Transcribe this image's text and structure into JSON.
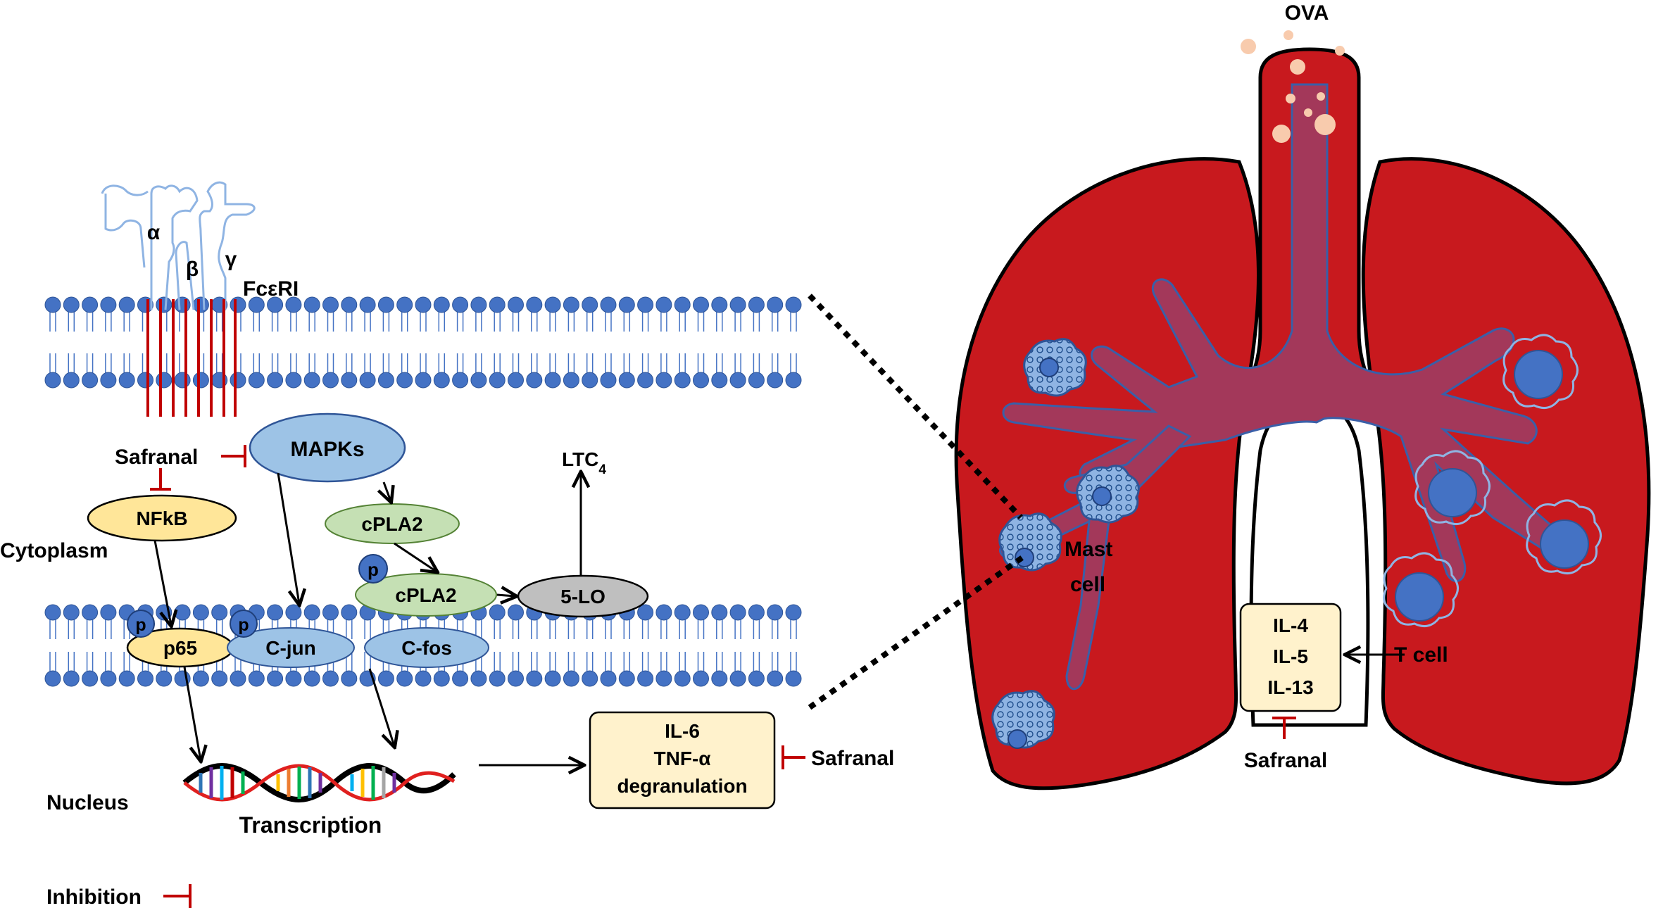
{
  "labels": {
    "ova": "OVA",
    "alpha": "α",
    "beta": "β",
    "gamma": "γ",
    "fceri": "FcεRI",
    "safranal_membrane": "Safranal",
    "mapks": "MAPKs",
    "ltc4_main": "LTC",
    "ltc4_sub": "4",
    "nfkb": "NFkB",
    "cpla2": "cPLA2",
    "cpla2_p": "cPLA2",
    "five_lo": "5-LO",
    "cytoplasm": "Cytoplasm",
    "p65": "p65",
    "cjun": "C-jun",
    "cfos": "C-fos",
    "p": "p",
    "nucleus": "Nucleus",
    "transcription": "Transcription",
    "inhibition": "Inhibition",
    "mast_cell_1": "Mast",
    "mast_cell_2": "cell",
    "t_cell": "T cell",
    "cytokine_box": [
      "IL-6",
      "TNF-α",
      "degranulation"
    ],
    "tcell_box": [
      "IL-4",
      "IL-5",
      "IL-13"
    ],
    "safranal_cytokine": "Safranal",
    "safranal_tcell": "Safranal"
  },
  "colors": {
    "membrane_head": "#4472c4",
    "membrane_tail": "#4472c4",
    "receptor_red": "#c00000",
    "inhibit_red": "#c00000",
    "lung": "#c8191e",
    "airway": "#a3385a",
    "mapk_fill": "#9dc3e6",
    "nfkb_fill": "#ffe699",
    "cpla2_fill": "#c5e0b4",
    "five_lo_fill": "#bfbfbf",
    "box_fill": "#fff2cc",
    "ova_particle": "#f8cbad"
  }
}
